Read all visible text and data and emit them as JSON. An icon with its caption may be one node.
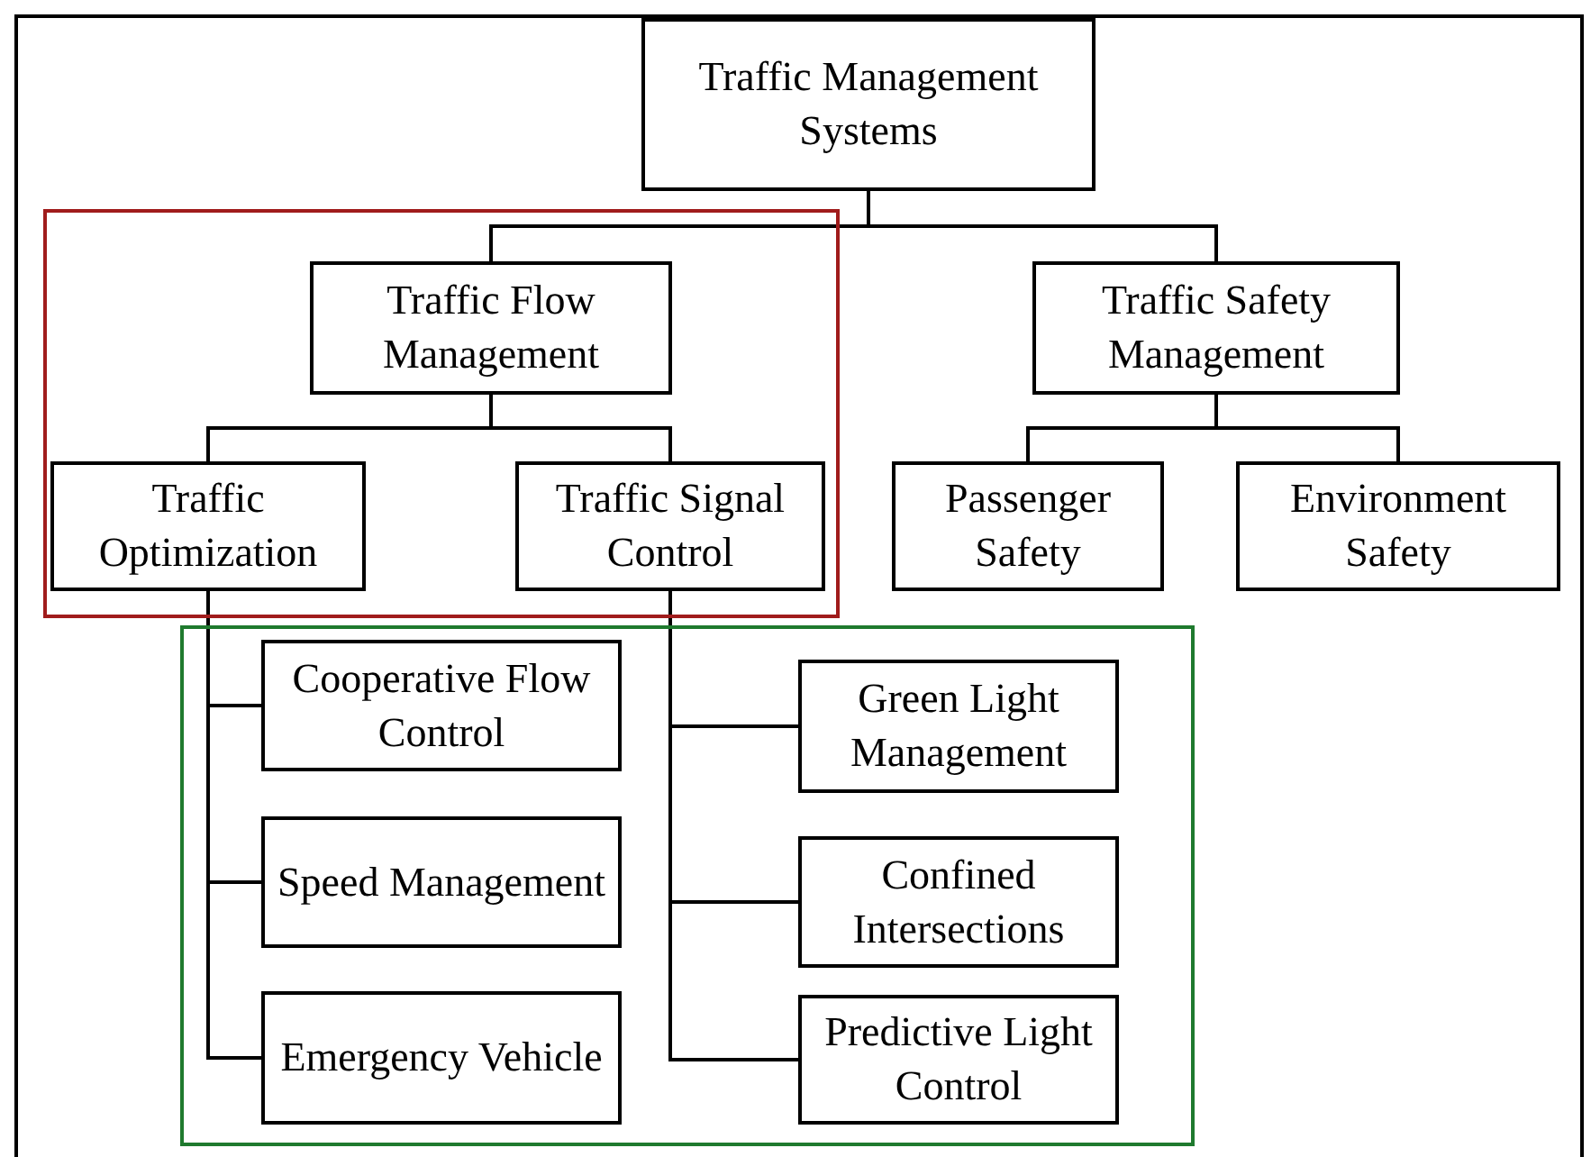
{
  "diagram": {
    "nodes": [
      {
        "text": [
          "Traffic Management Systems"
        ]
      },
      {
        "text": [],
        "shape": "box"
      },
      {
        "text": [
          "Traffic Flow Management"
        ],
        "in": 1
      },
      {
        "text": [
          "Traffic Safety Management"
        ]
      },
      {
        "text": [
          "Traffic Optimization"
        ],
        "in": 1
      },
      {
        "text": [
          "Traffic Signal Control"
        ],
        "in": 1
      },
      {
        "text": [
          "Passenger Safety"
        ]
      },
      {
        "text": [
          "Environment Safety"
        ]
      },
      {
        "text": [],
        "shape": "box"
      },
      {
        "text": [
          "Cooperative Flow Control"
        ],
        "in": 8
      },
      {
        "text": [
          "Green Light Management"
        ],
        "in": 8
      },
      {
        "text": [
          "Speed Management"
        ],
        "in": 8
      },
      {
        "text": [
          "Confined Intersections"
        ],
        "in": 8
      },
      {
        "text": [
          "Emergency Vehicle"
        ],
        "in": 8
      },
      {
        "text": [
          "Predictive Light Control"
        ],
        "in": 8
      }
    ],
    "edges": [
      {
        "from": 0,
        "to": 2,
        "arrow": "none"
      },
      {
        "from": 0,
        "to": 3,
        "arrow": "none"
      },
      {
        "from": 2,
        "to": 4,
        "arrow": "none"
      },
      {
        "from": 2,
        "to": 5,
        "arrow": "none"
      },
      {
        "from": 3,
        "to": 6,
        "arrow": "none"
      },
      {
        "from": 3,
        "to": 7,
        "arrow": "none"
      },
      {
        "from": 4,
        "to": 9,
        "arrow": "none"
      },
      {
        "from": 4,
        "to": 11,
        "arrow": "none"
      },
      {
        "from": 4,
        "to": 13,
        "arrow": "none"
      },
      {
        "from": 5,
        "to": 10,
        "arrow": "none"
      },
      {
        "from": 5,
        "to": 12,
        "arrow": "none"
      },
      {
        "from": 5,
        "to": 14,
        "arrow": "none"
      }
    ]
  }
}
